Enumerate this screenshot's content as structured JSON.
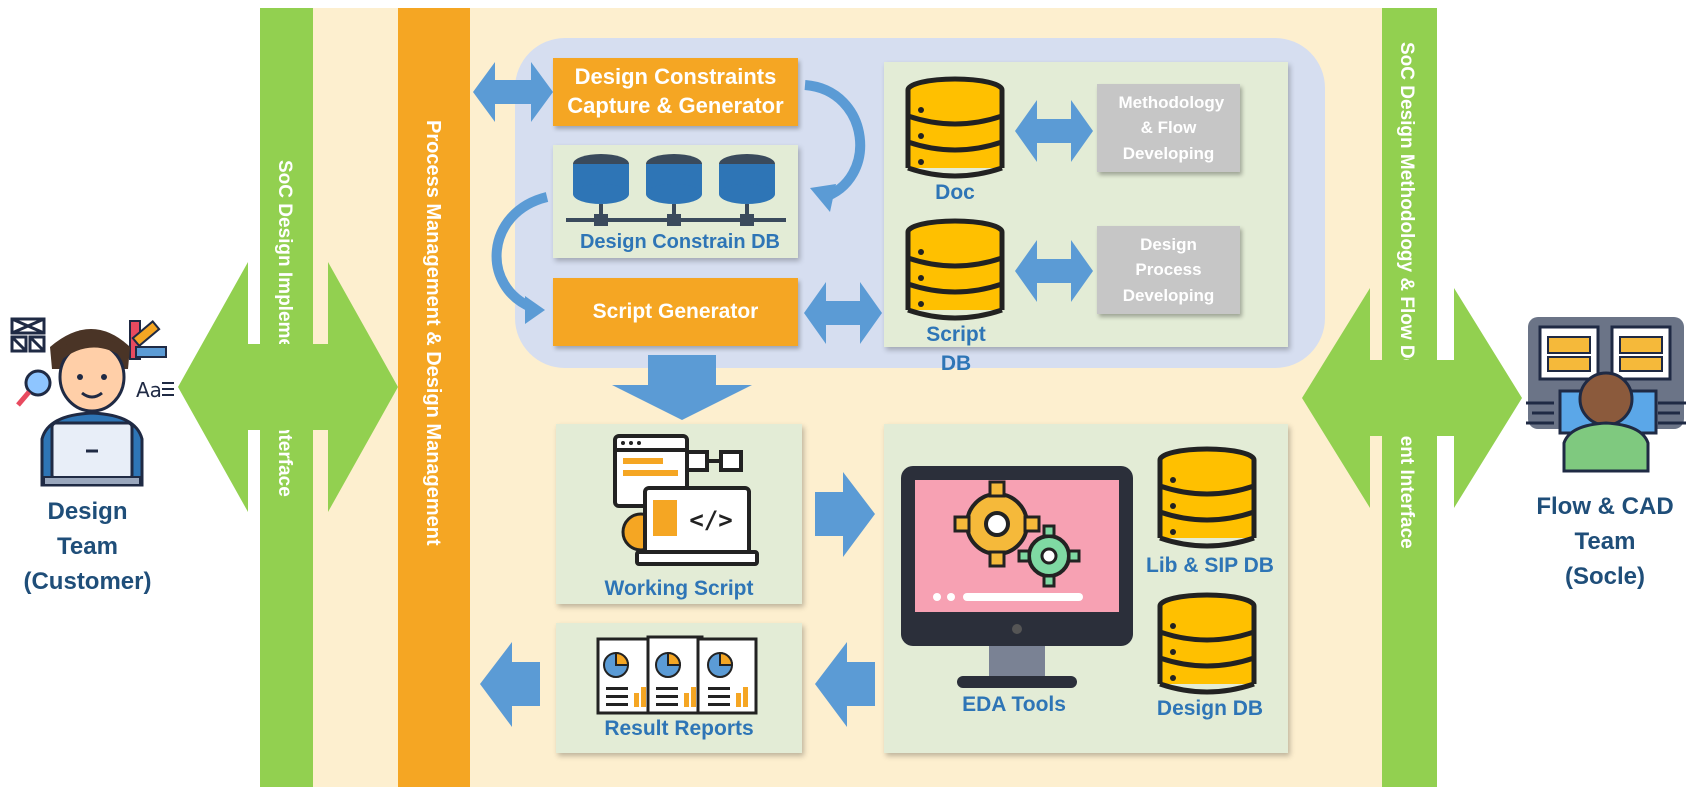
{
  "customer": {
    "line1": "Design",
    "line2": "Team",
    "line3": "(Customer)"
  },
  "cad_team": {
    "line1": "Flow & CAD",
    "line2": "Team",
    "line3": "(Socle)"
  },
  "interfaces": {
    "left_label": "SoC Design Implementation Interface",
    "middle_label": "Process Management & Design Management",
    "right_label": "SoC Design Methodology & Flow Development Interface"
  },
  "top_group": {
    "constraints_capture": "Design Constraints Capture & Generator",
    "constrain_db": "Design Constrain DB",
    "script_generator": "Script Generator",
    "doc_db": "Doc",
    "script_db": "Script DB",
    "methodology": "Methodology & Flow Developing",
    "design_process": "Design Process Developing"
  },
  "bottom_group": {
    "working_script": "Working Script",
    "result_reports": "Result Reports",
    "eda_tools": "EDA Tools",
    "lib_sip_db": "Lib & SIP DB",
    "design_db": "Design DB"
  },
  "colors": {
    "band_green": "#92d050",
    "band_orange": "#f5a623",
    "background_cream": "#fdefcf",
    "panel_blue": "#d6def0",
    "panel_green": "#e3ecd6",
    "label_blue": "#2e75b6",
    "arrow_blue": "#5b9bd5",
    "db_yellow": "#ffc000"
  }
}
